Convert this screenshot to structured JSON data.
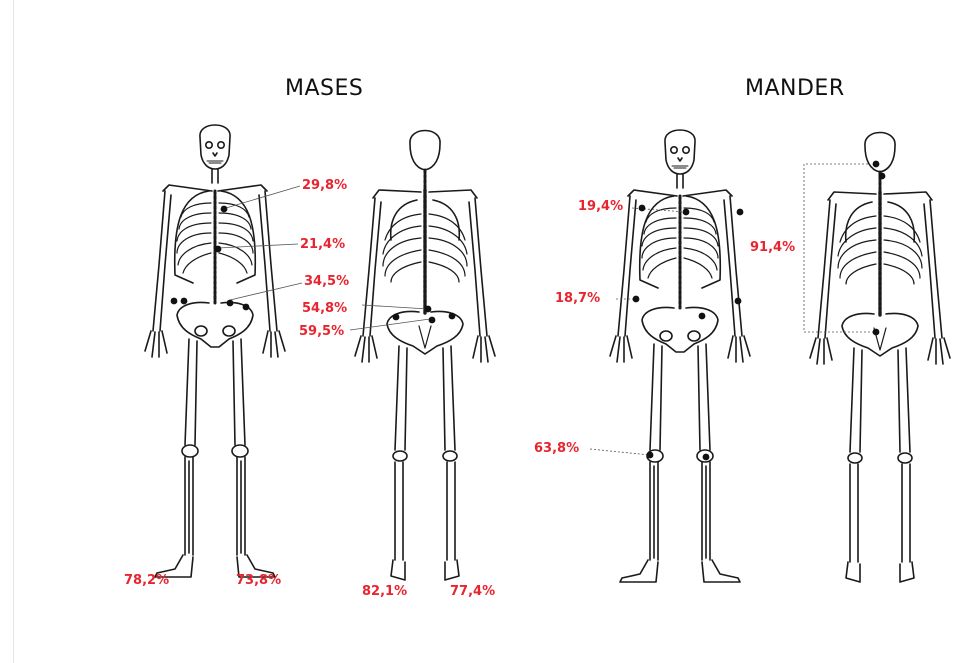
{
  "titles": {
    "mases": "MASES",
    "mander": "MANDER"
  },
  "colors": {
    "label": "#e8242f",
    "bone": "#1a1a1a",
    "marker": "#111111"
  },
  "mases_front": {
    "neck": "29,8%",
    "thorax": "21,4%",
    "waist": "34,5%",
    "left_foot": "78,2%",
    "right_foot": "73,8%"
  },
  "mases_back": {
    "lumbar": "54,8%",
    "sacrum": "59,5%",
    "left_foot": "82,1%",
    "right_foot": "77,4%"
  },
  "mander_front": {
    "shoulder": "19,4%",
    "hip": "18,7%",
    "knee": "63,8%"
  },
  "mander_back": {
    "spine": "91,4%"
  }
}
